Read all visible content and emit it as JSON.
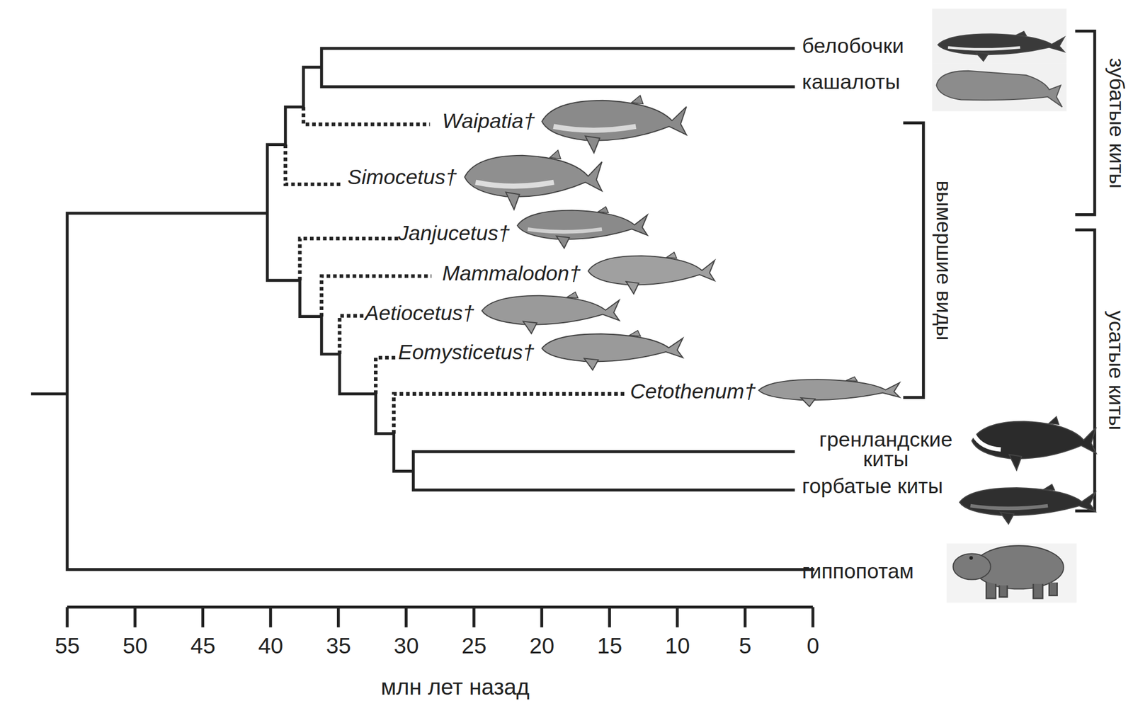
{
  "diagram": {
    "labels": [
      "белобочки",
      "кашалоты",
      "Waipatia†",
      "Simocetus†",
      "Janjucetus†",
      "Mammalodon†",
      "Aetiocetus†",
      "Eomysticetus†",
      "Cetothenum†",
      "гренландские киты",
      "горбатые киты",
      "гиппопотам",
      "зубатые киты",
      "вымершие виды",
      "усатые киты",
      "55",
      "50",
      "45",
      "40",
      "35",
      "30",
      "25",
      "20",
      "15",
      "10",
      "5",
      "0",
      "млн лет назад"
    ]
  }
}
